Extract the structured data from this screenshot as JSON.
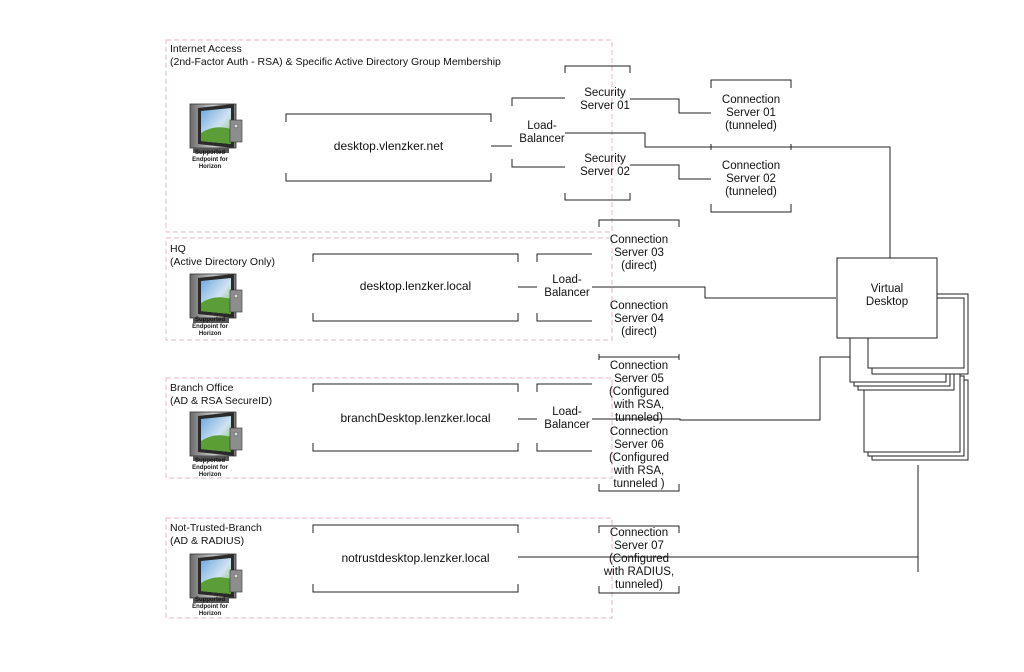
{
  "zones": {
    "internet": {
      "title": "Internet Access\n(2nd-Factor Auth - RSA) & Specific Active Directory Group Membership",
      "url": "desktop.vlenzker.net"
    },
    "hq": {
      "title": "HQ\n(Active Directory Only)",
      "url": "desktop.lenzker.local"
    },
    "branch": {
      "title": "Branch Office\n(AD & RSA SecureID)",
      "url": "branchDesktop.lenzker.local"
    },
    "notrust": {
      "title": "Not-Trusted-Branch\n(AD & RADIUS)",
      "url": "notrustdesktop.lenzker.local"
    }
  },
  "endpoint_caption": "Supported\nEndpoint for\nHorizon",
  "endpoint_icon": "computer-icon",
  "nodes": {
    "lb_internet": "Load-\nBalancer",
    "lb_hq": "Load-\nBalancer",
    "lb_branch": "Load-\nBalancer",
    "security_01": "Security\nServer 01",
    "security_02": "Security\nServer 02",
    "cs01": "Connection\nServer 01\n(tunneled)",
    "cs02": "Connection\nServer 02\n(tunneled)",
    "cs03": "Connection\nServer 03\n(direct)",
    "cs04": "Connection\nServer 04\n(direct)",
    "cs05": "Connection\nServer 05\n(Configured\nwith RSA,\ntunneled)",
    "cs06": "Connection\nServer 06\n(Configured\nwith RSA,\ntunneled )",
    "cs07": "Connection\nServer 07\n(Configured\nwith RADIUS,\ntunneled)"
  },
  "virtual_desktop": "Virtual\nDesktop",
  "colors": {
    "zone_border": "#e8b4c4",
    "line": "#222222"
  }
}
